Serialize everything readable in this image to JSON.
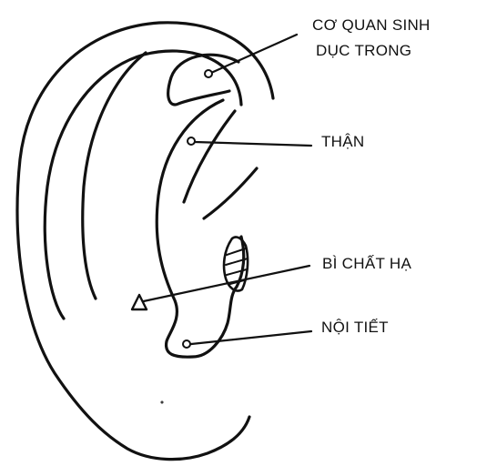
{
  "labels": {
    "internal_genitals_line1": "CƠ QUAN SINH",
    "internal_genitals_line2": "DỤC TRONG",
    "kidney": "THẬN",
    "subcortex": "BÌ CHẤT HẠ",
    "endocrine": "NỘI TIẾT"
  },
  "colors": {
    "ink": "#111111",
    "background": "#ffffff"
  }
}
